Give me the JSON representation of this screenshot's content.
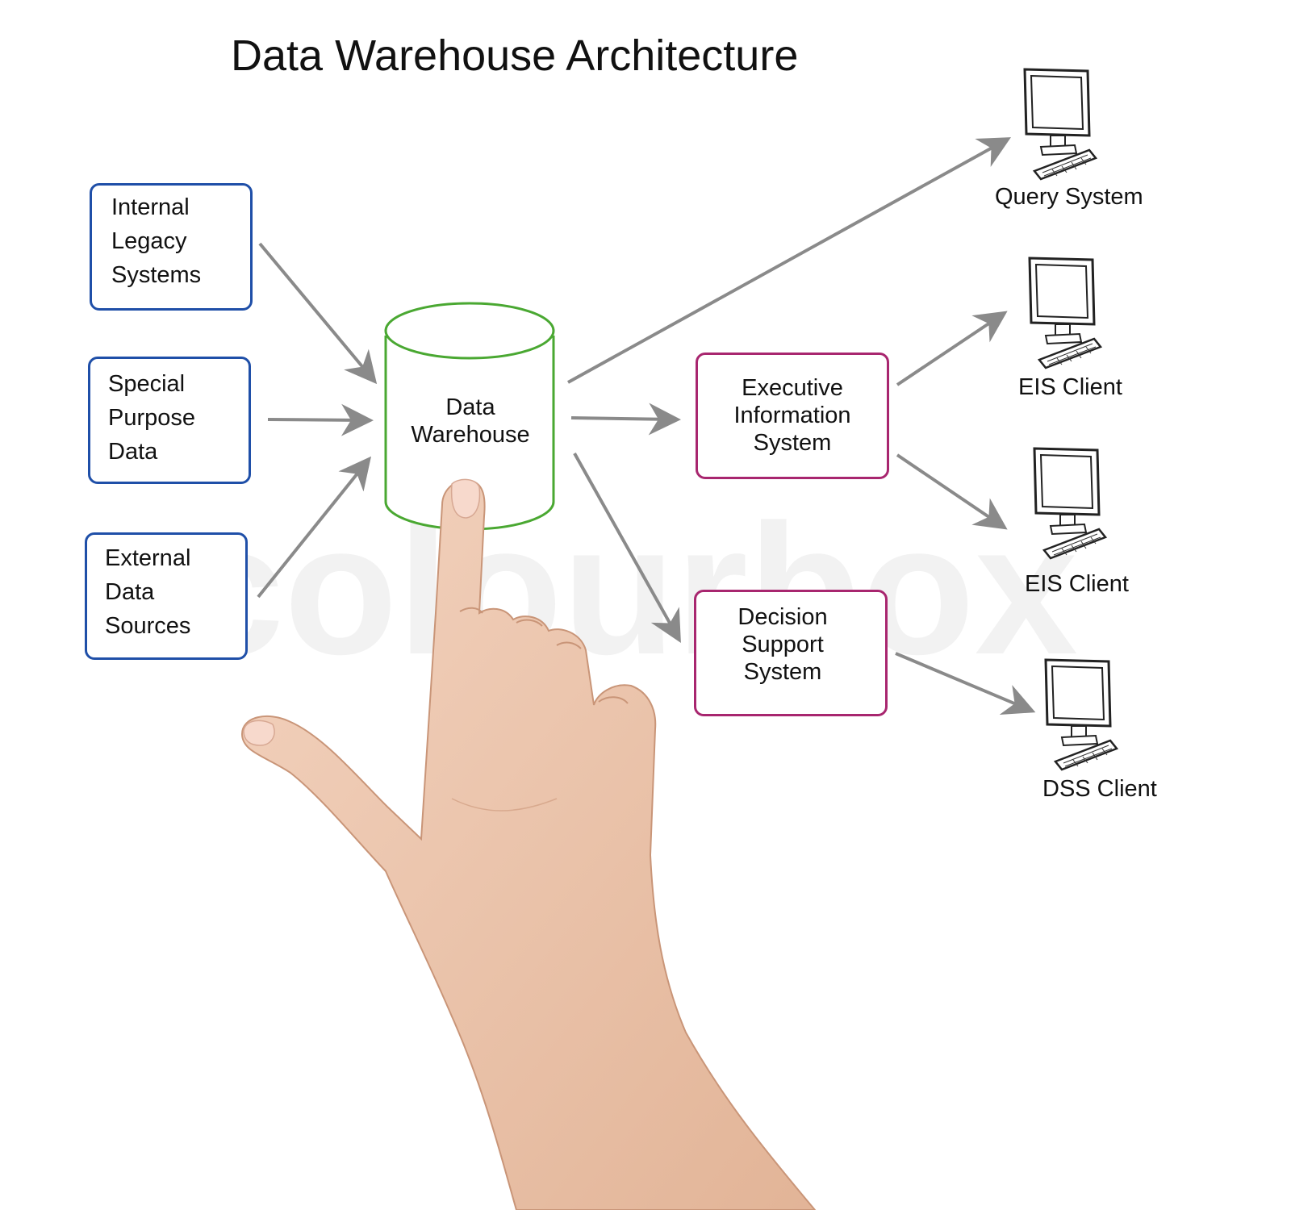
{
  "title": "Data Warehouse Architecture",
  "sources": [
    {
      "lines": [
        "Internal",
        "Legacy",
        "Systems"
      ]
    },
    {
      "lines": [
        "Special",
        "Purpose",
        "Data"
      ]
    },
    {
      "lines": [
        "External",
        "Data",
        "Sources"
      ]
    }
  ],
  "warehouse": {
    "lines": [
      "Data",
      "Warehouse"
    ]
  },
  "systems": [
    {
      "lines": [
        "Executive",
        "Information",
        "System"
      ]
    },
    {
      "lines": [
        "Decision",
        "Support",
        "System"
      ]
    }
  ],
  "clients": [
    {
      "label": "Query System"
    },
    {
      "label": "EIS Client"
    },
    {
      "label": "EIS Client"
    },
    {
      "label": "DSS Client"
    }
  ],
  "colors": {
    "source_border": "#1f4fa8",
    "system_border": "#a8266f",
    "warehouse_border": "#4aa832",
    "arrow": "#8a8a8a",
    "skin": "#eec7ad"
  },
  "icons": [
    "computer-icon",
    "hand-pointer"
  ],
  "watermark": "colourbox"
}
